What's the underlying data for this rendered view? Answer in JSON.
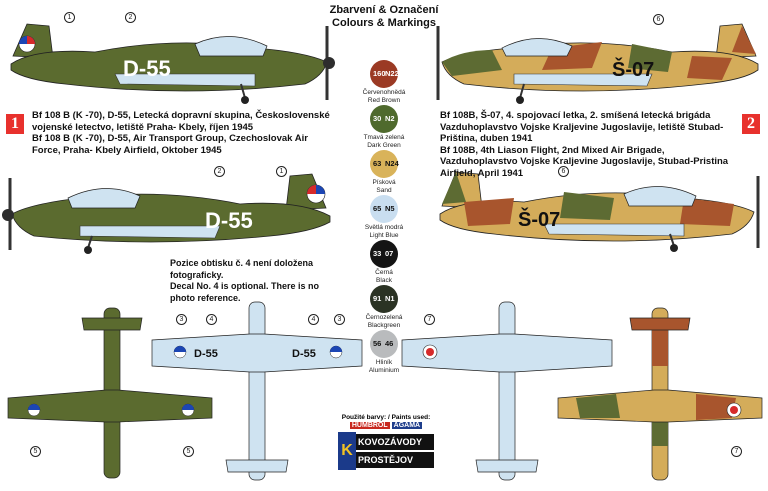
{
  "title": {
    "line1": "Zbarvení & Označení",
    "line2": "Colours & Markings"
  },
  "scheme1": {
    "number": "1",
    "caption_cz": "Bf 108 B (K -70), D-55, Letecká dopravní skupina, Československé vojenské letectvo, letiště Praha- Kbely, říjen 1945",
    "caption_en": "Bf 108 B (K -70), D-55, Air Transport Group, Czechoslovak Air Force, Praha- Kbely Airfield, Oktober 1945",
    "code": "D-55",
    "colors": {
      "upper": "#5b6b2f",
      "lower": "#cfe3f1",
      "spinner": "#2d2d2d"
    }
  },
  "scheme2": {
    "number": "2",
    "caption_cz": "Bf 108B, Š-07, 4. spojovací letka, 2. smíšená letecká brigáda Vazduhoplavstvo Vojske Kraljevine Jugoslavije, letiště Stubad-Priština, duben 1941",
    "caption_en": "Bf 108B, 4th Liason Flight, 2nd Mixed Air Brigade, Vazduhoplavstvo Vojske Kraljevine Jugoslavije, Stubad-Pristina Airfield, April 1941",
    "code": "Š-07",
    "colors": {
      "sand": "#d4ac5a",
      "green": "#5d6b33",
      "brown": "#a8552d",
      "lower": "#cfe3f1"
    }
  },
  "decal_note": {
    "cz": "Pozice obtisku č. 4 není doložena fotograficky.",
    "en": "Decal No. 4 is optional. There is no photo reference."
  },
  "paints": [
    {
      "h": "160",
      "a": "N22",
      "cz": "Červenohnědá",
      "en": "Red Brown",
      "color": "#9b3a24"
    },
    {
      "h": "30",
      "a": "N2",
      "cz": "Tmavá zelená",
      "en": "Dark Green",
      "color": "#4f6a2d"
    },
    {
      "h": "63",
      "a": "N24",
      "cz": "Písková",
      "en": "Sand",
      "color": "#d9b35a"
    },
    {
      "h": "65",
      "a": "N5",
      "cz": "Světlá modrá",
      "en": "Light Blue",
      "color": "#c9def0"
    },
    {
      "h": "33",
      "a": "07",
      "cz": "Černá",
      "en": "Black",
      "color": "#141414"
    },
    {
      "h": "91",
      "a": "N1",
      "cz": "Černozelená",
      "en": "Blackgreen",
      "color": "#2b3324"
    },
    {
      "h": "56",
      "a": "46",
      "cz": "Hliník",
      "en": "Aluminium",
      "color": "#b9bbbd"
    }
  ],
  "paints_used": "Použité barvy: / Paints used:",
  "brands": {
    "humbrol": "HUMBROL",
    "agama": "AGAMA"
  },
  "company": {
    "logo_letter": "K",
    "name1": "KOVOZÁVODY",
    "name2": "PROSTĚJOV"
  },
  "callouts": {
    "c1": "1",
    "c2": "2",
    "c3": "3",
    "c4": "4",
    "c5": "5",
    "c6": "6",
    "c7": "7"
  }
}
